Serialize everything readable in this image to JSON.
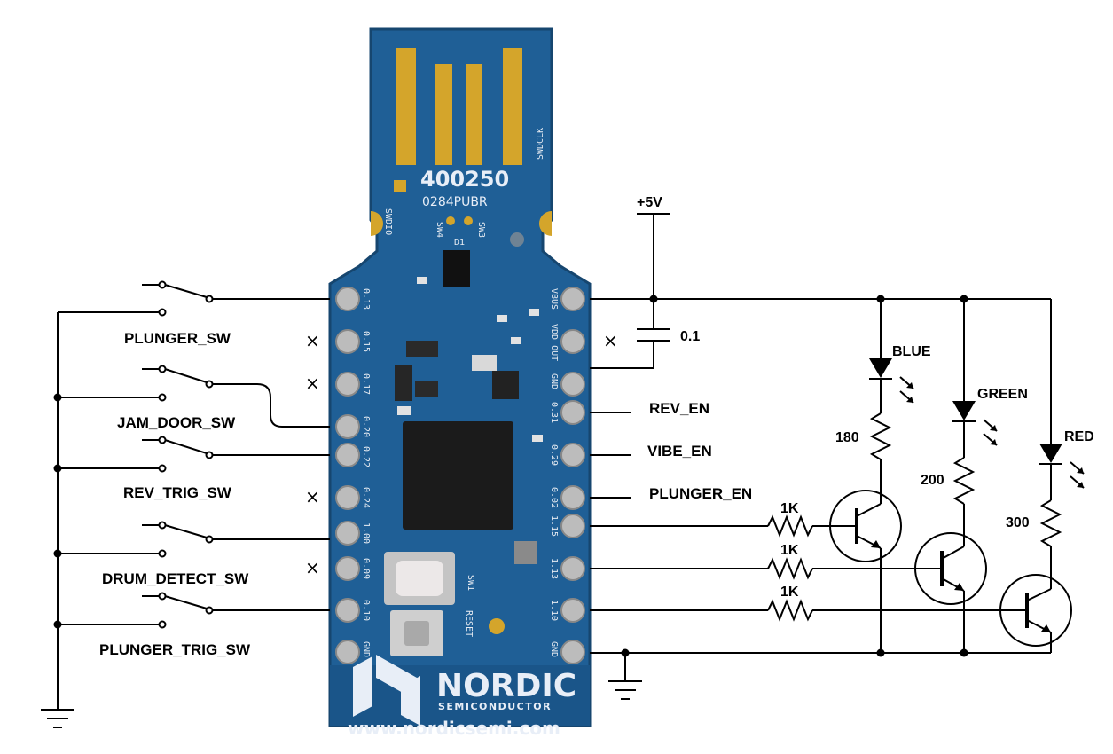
{
  "board": {
    "part_number": "400250",
    "sub_code": "0284PUBR",
    "brand": "NORDIC",
    "brand_sub": "SEMICONDUCTOR",
    "website": "www.nordicsemi.com",
    "reset_label": "RESET",
    "sw1_label": "SW1",
    "d1_label": "D1",
    "sw4_label": "SW4",
    "sw3_label": "SW3",
    "swdio_label": "SWDIO",
    "swdclk_label": "SWDCLK",
    "left_pins": [
      "0.13",
      "0.15",
      "0.17",
      "0.20",
      "0.22",
      "0.24",
      "1.00",
      "0.09",
      "0.10",
      "GND"
    ],
    "right_pins": [
      "VBUS",
      "VDD OUT",
      "GND",
      "0.31",
      "0.29",
      "0.02",
      "1.15",
      "1.13",
      "1.10",
      "GND"
    ],
    "colors": {
      "pcb": "#1f5f96",
      "pcb_dark": "#16466f",
      "gold": "#d4a52b",
      "chip": "#1a1a1a"
    }
  },
  "switches": [
    {
      "label": "PLUNGER_SW"
    },
    {
      "label": "JAM_DOOR_SW"
    },
    {
      "label": "REV_TRIG_SW"
    },
    {
      "label": "DRUM_DETECT_SW"
    },
    {
      "label": "PLUNGER_TRIG_SW"
    }
  ],
  "no_connect_mark": "×",
  "supply": {
    "label": "+5V"
  },
  "capacitor": {
    "label": "0.1"
  },
  "outputs": [
    {
      "label": "REV_EN"
    },
    {
      "label": "VIBE_EN"
    },
    {
      "label": "PLUNGER_EN"
    }
  ],
  "base_resistors": [
    "1K",
    "1K",
    "1K"
  ],
  "leds": [
    {
      "label": "BLUE",
      "resistor": "180"
    },
    {
      "label": "GREEN",
      "resistor": "200"
    },
    {
      "label": "RED",
      "resistor": "300"
    }
  ]
}
